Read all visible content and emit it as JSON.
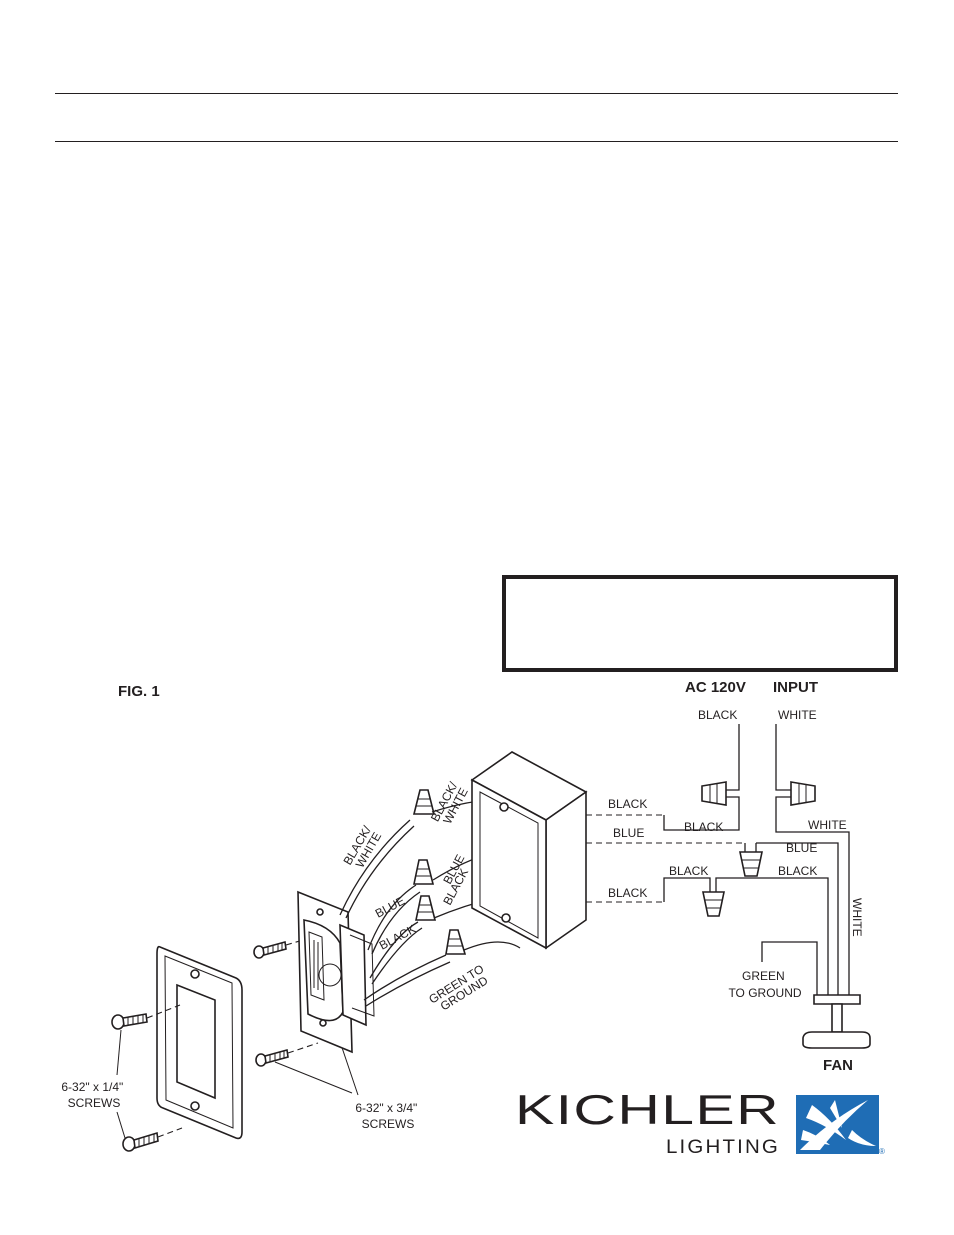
{
  "figure": {
    "fig_label": "FIG. 1",
    "screws_small": [
      "6-32\" x 1/4\"",
      "SCREWS"
    ],
    "screws_large": [
      "6-32\" x 3/4\"",
      "SCREWS"
    ],
    "control_leads": {
      "black_white": [
        "BLACK/",
        "WHITE"
      ],
      "blue": "BLUE",
      "black": "BLACK",
      "black_white_nut": [
        "BLACK/",
        "WHITE"
      ],
      "blue_nut": "BLUE",
      "black_nut": "BLACK",
      "green": [
        "GREEN TO",
        "GROUND"
      ]
    },
    "box_leads": {
      "black_top": "BLACK",
      "blue": "BLUE",
      "black_bottom": "BLACK"
    }
  },
  "schematic": {
    "ac_label": "AC 120V",
    "input_label": "INPUT",
    "input_black": "BLACK",
    "input_white": "WHITE",
    "black_join": "BLACK",
    "white_run": "WHITE",
    "white_vertical": "WHITE",
    "blue": "BLUE",
    "black_left": "BLACK",
    "black_right": "BLACK",
    "green": [
      "GREEN",
      "TO GROUND"
    ],
    "fan": "FAN"
  },
  "logo": {
    "brand": "KICHLER",
    "sub": "LIGHTING",
    "reg": "®"
  },
  "colors": {
    "ink": "#231f20",
    "logo_blue": "#1f6db5"
  }
}
